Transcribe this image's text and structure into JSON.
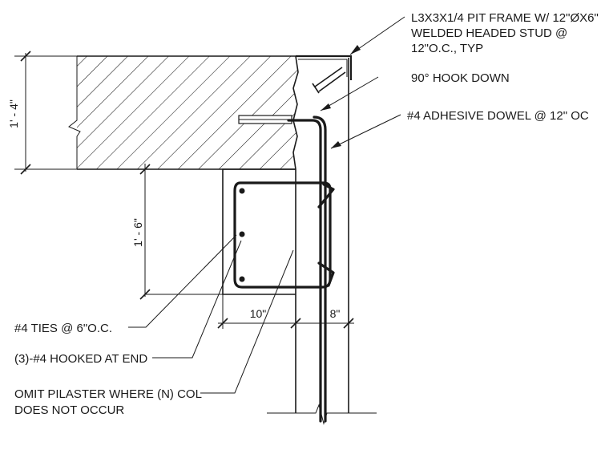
{
  "notes": {
    "pit_frame_line1": "L3X3X1/4 PIT FRAME W/ 12\"ØX6\"",
    "pit_frame_line2": "WELDED HEADED STUD @",
    "pit_frame_line3": "12\"O.C., TYP",
    "hook_down": "90° HOOK  DOWN",
    "adhesive_dowel": "#4 ADHESIVE DOWEL @ 12\" OC",
    "ties": "#4 TIES @ 6\"O.C.",
    "hooked_at_end": "(3)-#4  HOOKED AT END",
    "omit_pilaster_line1": "OMIT PILASTER WHERE (N) COL",
    "omit_pilaster_line2": "DOES NOT OCCUR"
  },
  "dimensions": {
    "slab_thickness": "1' - 4\"",
    "pilaster_depth": "1' - 6\"",
    "pilaster_width": "10\"",
    "wall_thickness": "8\""
  },
  "colors": {
    "ink": "#1a1a1a",
    "background": "#ffffff"
  }
}
